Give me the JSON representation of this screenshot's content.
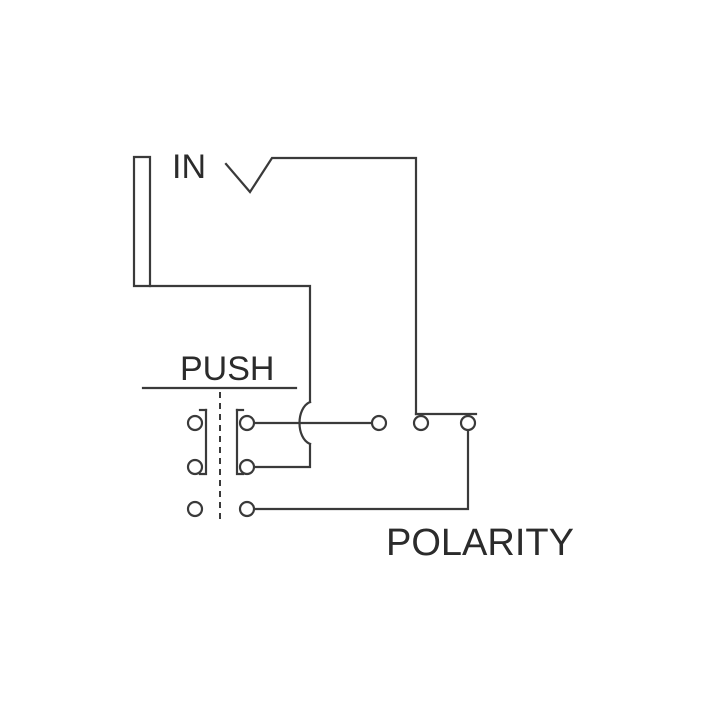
{
  "labels": {
    "in": "IN",
    "push": "PUSH",
    "polarity": "POLARITY"
  },
  "colors": {
    "line": "#3a3a3a",
    "text": "#2b2b2b",
    "background": "#ffffff"
  }
}
